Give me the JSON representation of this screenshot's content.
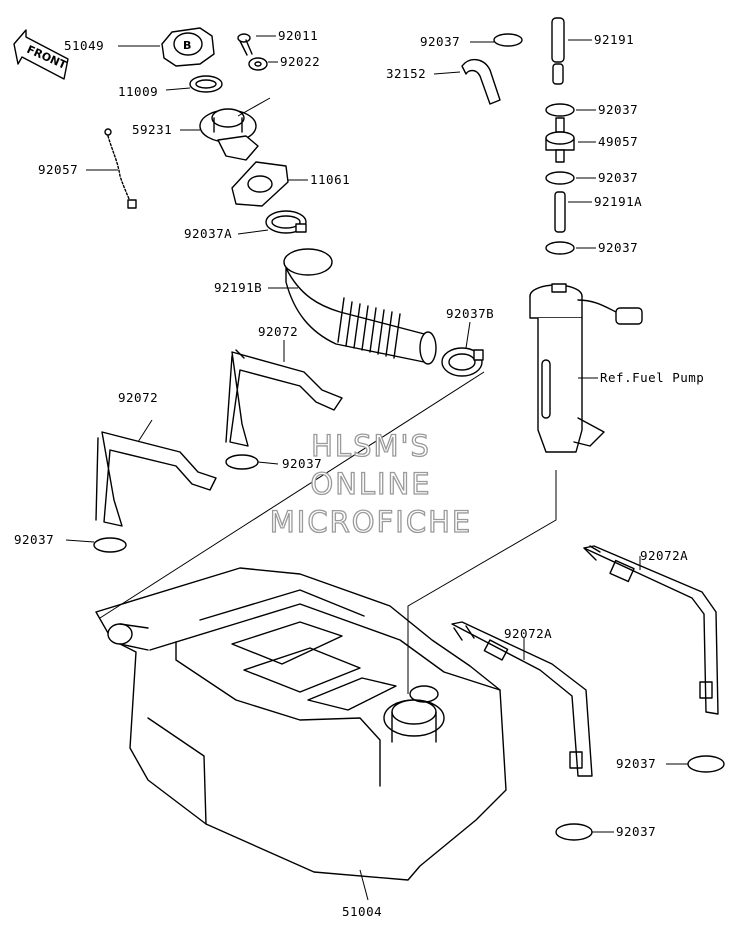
{
  "watermark": [
    "HLSM'S",
    "ONLINE",
    "MICROFICHE"
  ],
  "front_tag": "FRONT",
  "labels": {
    "p51049": "51049",
    "p92011": "92011",
    "p92022": "92022",
    "p11009": "11009",
    "p59231": "59231",
    "p92057": "92057",
    "p11061": "11061",
    "p92037A": "92037A",
    "p92191B": "92191B",
    "p92037B": "92037B",
    "p92072a": "92072",
    "p92072b": "92072",
    "p92037_mid": "92037",
    "p92037_left": "92037",
    "p92037_top": "92037",
    "p32152": "32152",
    "p92191": "92191",
    "p92037_r1": "92037",
    "p49057": "49057",
    "p92037_r2": "92037",
    "p92191A": "92191A",
    "p92037_r3": "92037",
    "ref_pump": "Ref.Fuel Pump",
    "p92072A_r": "92072A",
    "p92072A_m": "92072A",
    "p92037_br1": "92037",
    "p92037_br2": "92037",
    "p51004": "51004"
  }
}
